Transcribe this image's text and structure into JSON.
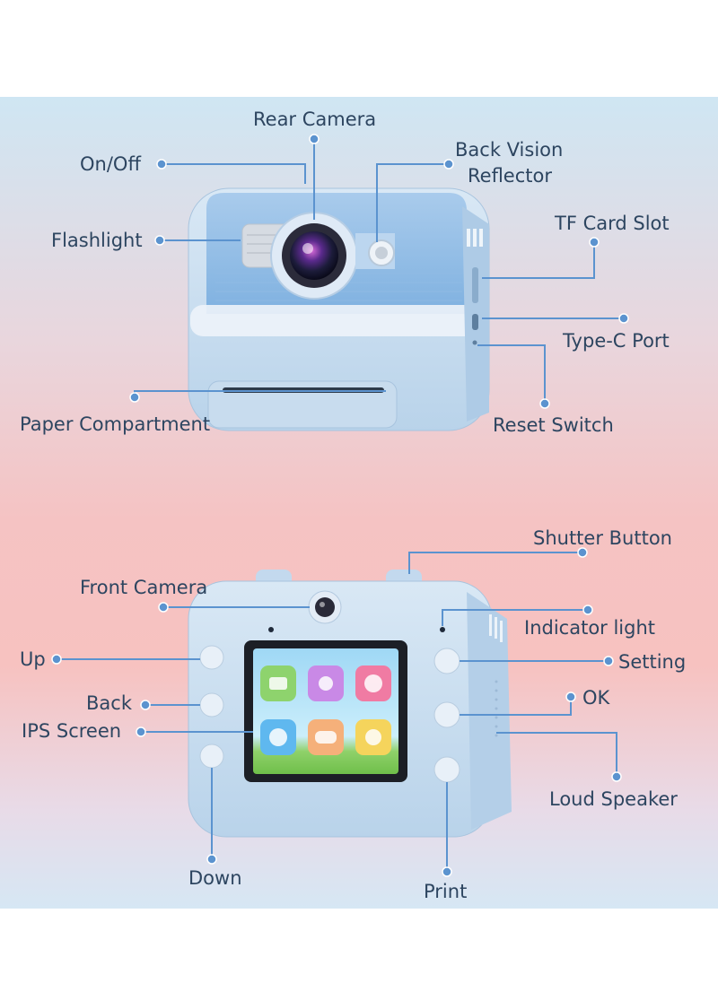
{
  "colors": {
    "leader_line": "#5b93cf",
    "label_text": "#2d4560",
    "camera_body": "#c6dcef",
    "camera_accent": "#8cb8e2"
  },
  "labels": {
    "rear_camera": "Rear Camera",
    "on_off": "On/Off",
    "back_vision_reflector_1": "Back Vision",
    "back_vision_reflector_2": "Reflector",
    "flashlight": "Flashlight",
    "tf_card_slot": "TF Card Slot",
    "type_c_port": "Type-C Port",
    "paper_compartment": "Paper Compartment",
    "reset_switch": "Reset Switch",
    "shutter_button": "Shutter Button",
    "front_camera": "Front Camera",
    "indicator_light": "Indicator light",
    "up": "Up",
    "setting": "Setting",
    "back": "Back",
    "ok": "OK",
    "ips_screen": "IPS Screen",
    "loud_speaker": "Loud Speaker",
    "down": "Down",
    "print": "Print"
  },
  "screen_icons": [
    "camera-app-icon",
    "video-app-icon",
    "play-app-icon",
    "settings-app-icon",
    "game-app-icon",
    "music-app-icon"
  ]
}
